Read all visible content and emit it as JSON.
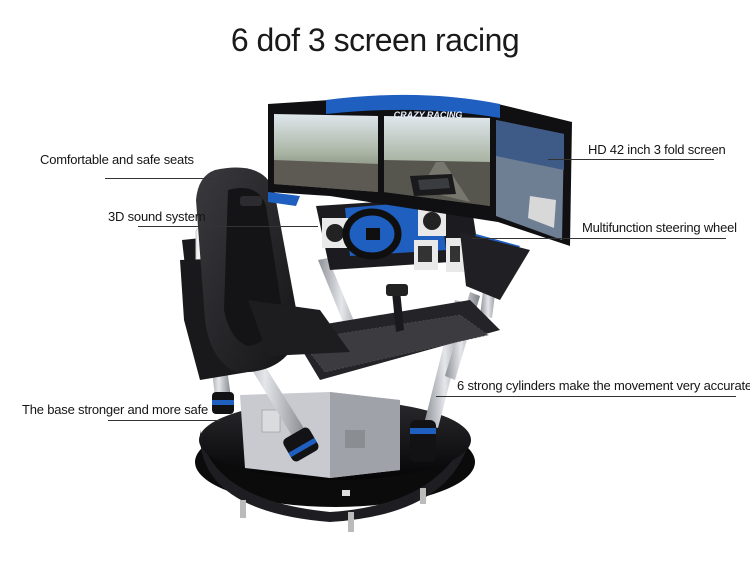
{
  "page": {
    "title": "6 dof 3 screen racing"
  },
  "callouts": {
    "seats": "Comfortable and safe seats",
    "sound": "3D sound system",
    "base": "The base stronger and more safe",
    "screen": "HD 42 inch 3 fold screen",
    "wheel": "Multifunction steering wheel",
    "cylinders": "6 strong cylinders make the movement very accurate"
  },
  "product": {
    "screen_banner": "CRAZY RACING"
  },
  "colors": {
    "accent_blue": "#1f5fbf",
    "body_black": "#1b1b1d",
    "steel": "#b9bcc2"
  }
}
